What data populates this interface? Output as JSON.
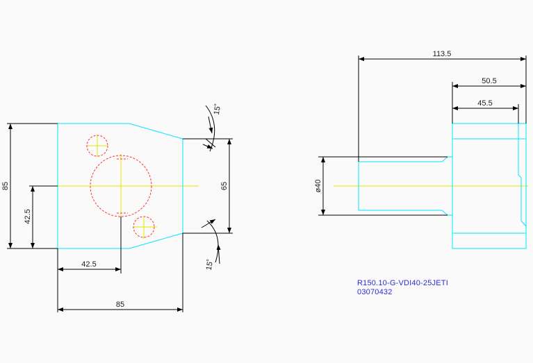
{
  "colors": {
    "background": "#fafafa",
    "outline": "#00e5ff",
    "hidden_circle": "#ff3030",
    "centerline": "#e6e600",
    "dimension": "#000000",
    "part_text": "#2b2bd8"
  },
  "front_view": {
    "dims": {
      "height": "85",
      "hole_y": "42.5",
      "hole_x": "42.5",
      "width": "85",
      "flat": "65",
      "angle_top": "15˚",
      "angle_bottom": "15˚"
    }
  },
  "side_view": {
    "dims": {
      "total": "113.5",
      "d1": "50.5",
      "d2": "45.5",
      "dia": "ø40"
    }
  },
  "part": {
    "code": "R150.10-G-VDI40-25JETI",
    "number": "03070432"
  }
}
